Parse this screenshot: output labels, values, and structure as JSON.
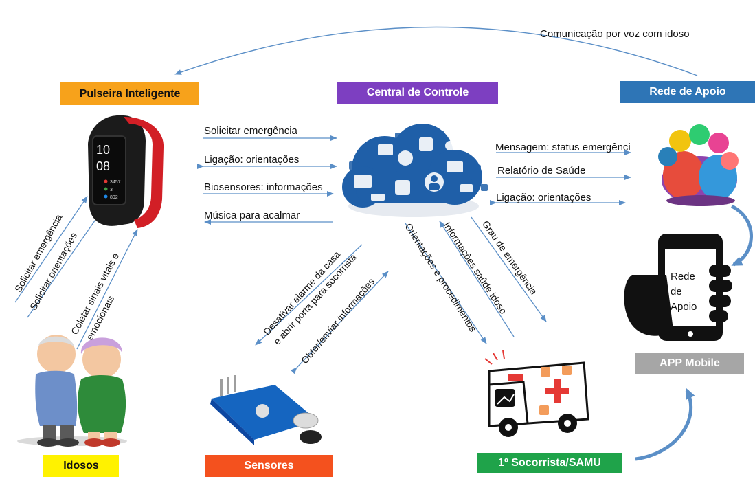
{
  "nodes": {
    "pulseira": {
      "label": "Pulseira Inteligente",
      "color": "#f7a21b"
    },
    "central": {
      "label": "Central de Controle",
      "color": "#7d3fc1"
    },
    "rede": {
      "label": "Rede de Apoio",
      "color": "#2e75b6"
    },
    "app": {
      "label": "APP Mobile",
      "color": "#a6a6a6"
    },
    "idosos": {
      "label": "Idosos",
      "color": "#fff200"
    },
    "sensores": {
      "label": "Sensores",
      "color": "#f4511e"
    },
    "socorrista": {
      "label": "1º Socorrista/SAMU",
      "color": "#1fa34a"
    }
  },
  "arrow_color": "#5b8fc7",
  "labels": {
    "voz": "Comunicação por voz com idoso",
    "solicitar_emergencia": "Solicitar emergência",
    "ligacao_orientacoes_1": "Ligação: orientações",
    "biosensores": "Biosensores: informações",
    "musica": "Música para acalmar",
    "mensagem": "Mensagem: status emergênci",
    "relatorio": "Relatório de Saúde",
    "ligacao_orientacoes_2": "Ligação: orientações",
    "v_solicitar_emergencia": "Solicitar emergência",
    "v_solicitar_orientacoes": "Solicitar orientações",
    "v_coletar_1": "Coletar sinais vitais e",
    "v_coletar_2": "emocionais",
    "v_desativar_1": "Desativar alarme da casa",
    "v_desativar_2": "e abrir porta para socorrista",
    "v_obter": "Obter/enviar informações",
    "v_orientacoes": "Orientações e procedimentos",
    "v_informacoes": "Informações saúde idoso",
    "v_grau": "Grau de emergência"
  },
  "phone_screen": {
    "line1": "Rede",
    "line2": "de",
    "line3": "Apoio"
  },
  "watch": {
    "time_h": "10",
    "time_m": "08",
    "stat1": "3457",
    "stat2": "3",
    "stat3": "892"
  }
}
